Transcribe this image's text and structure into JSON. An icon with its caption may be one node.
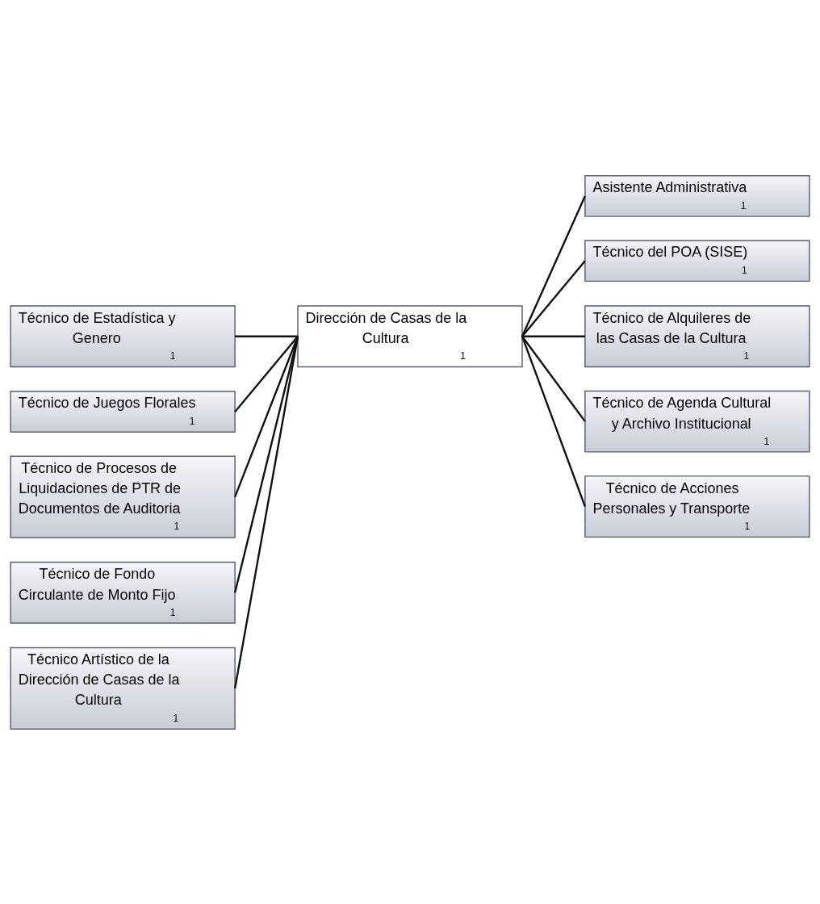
{
  "diagram": {
    "nodes": [
      {
        "text": [
          "Dirección de Casas de la Cultura",
          "1"
        ]
      },
      {
        "text": [
          "Asistente Administrativa",
          "1"
        ]
      },
      {
        "text": [
          "Técnico de Estadística y Genero",
          "1"
        ]
      },
      {
        "text": [
          "Técnico del POA (SISE)",
          "1"
        ]
      },
      {
        "text": [
          "Técnico de Juegos Florales",
          "1"
        ]
      },
      {
        "text": [
          "Técnico de Alquileres de las Casas de la Cultura",
          "1"
        ]
      },
      {
        "text": [
          "Técnico de Procesos de Liquidaciones de PTR de Documentos de Auditoria",
          "1"
        ]
      },
      {
        "text": [
          "Técnico de Agenda Cultural y Archivo Institucional",
          "1"
        ]
      },
      {
        "text": [
          "Técnico de Fondo Circulante de Monto Fijo",
          "1"
        ]
      },
      {
        "text": [
          "Técnico de Acciones Personales y Transporte",
          "1"
        ]
      },
      {
        "text": [
          "Técnico Artístico de la Dirección de Casas de la Cultura",
          "1"
        ]
      }
    ],
    "edges": [
      {
        "from": 0,
        "to": 1,
        "arrow": "none"
      },
      {
        "from": 0,
        "to": 2,
        "arrow": "none"
      },
      {
        "from": 0,
        "to": 3,
        "arrow": "none"
      },
      {
        "from": 0,
        "to": 4,
        "arrow": "none"
      },
      {
        "from": 0,
        "to": 5,
        "arrow": "none"
      },
      {
        "from": 0,
        "to": 6,
        "arrow": "none"
      },
      {
        "from": 0,
        "to": 7,
        "arrow": "none"
      },
      {
        "from": 0,
        "to": 8,
        "arrow": "none"
      },
      {
        "from": 0,
        "to": 9,
        "arrow": "none"
      },
      {
        "from": 0,
        "to": 10,
        "arrow": "none"
      }
    ]
  }
}
